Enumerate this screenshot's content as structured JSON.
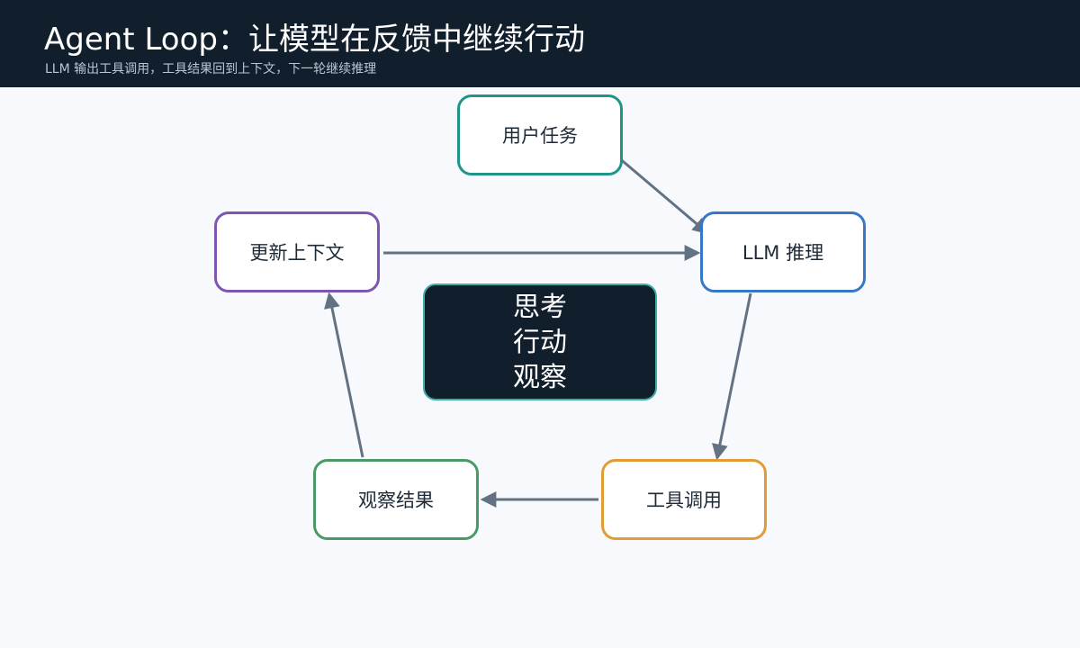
{
  "header": {
    "title": "Agent Loop：让模型在反馈中继续行动",
    "subtitle": "LLM 输出工具调用，工具结果回到上下文，下一轮继续推理"
  },
  "nodes": {
    "task": "用户任务",
    "llm": "LLM 推理",
    "tool": "工具调用",
    "observe": "观察结果",
    "update": "更新上下文"
  },
  "center": {
    "lines": [
      "思考",
      "行动",
      "观察"
    ]
  },
  "colors": {
    "header_bg": "#111f2c",
    "background": "#f7f9fc",
    "arrow": "#627282",
    "task_border": "#1f9487",
    "llm_border": "#3777c8",
    "tool_border": "#e29c37",
    "observe_border": "#4a9a68",
    "update_border": "#7d55b3",
    "center_border": "#3fb0a7"
  }
}
